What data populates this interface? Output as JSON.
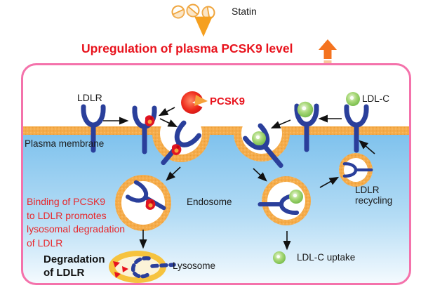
{
  "header": {
    "statin_label": "Statin",
    "title": "Upregulation of plasma PCSK9 level"
  },
  "labels": {
    "ldlr": "LDLR",
    "pcsk9": "PCSK9",
    "ldl_c": "LDL-C",
    "plasma_membrane": "Plasma membrane",
    "endosome": "Endosome",
    "ldlr_recycling_line1": "LDLR",
    "ldlr_recycling_line2": "recycling",
    "ldl_c_uptake": "LDL-C uptake",
    "lysosome": "Lysosome",
    "degradation_line1": "Degradation",
    "degradation_line2": "of LDLR"
  },
  "note": {
    "lines": [
      "Binding of PCSK9",
      "to LDLR promotes",
      "lysosomal degradation",
      "of LDLR"
    ]
  },
  "colors": {
    "title_red": "#e8131d",
    "note_red": "#e8262a",
    "box_border_pink": "#f472ab",
    "membrane_orange": "#f5ac4b",
    "lysosome_ring_yellow": "#f6c33e",
    "receptor_blue": "#2a3f9b",
    "ldl_c_green": "#5fae35",
    "pcsk9_red": "#e01422",
    "statin_arrow_orange": "#f5a020",
    "cytoplasm_blue": "#7fc2ed",
    "black_text": "#1a1a1a"
  }
}
